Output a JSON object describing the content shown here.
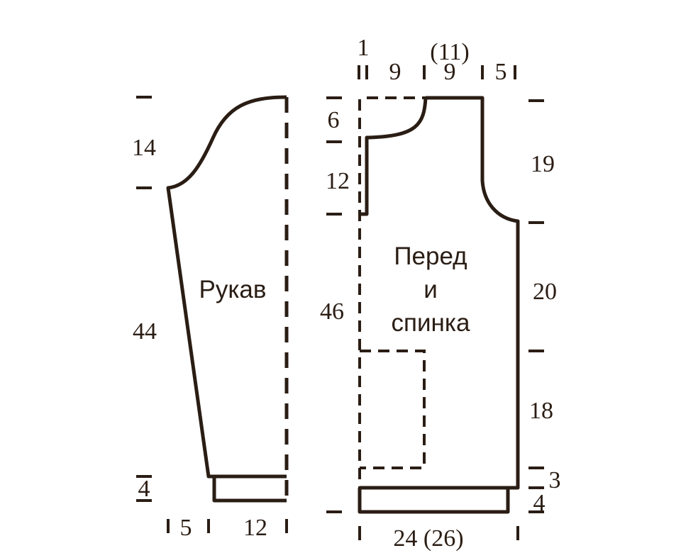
{
  "pieces": {
    "sleeve": {
      "label": "Рукав"
    },
    "body": {
      "label_lines": [
        "Перед",
        "и",
        "спинка"
      ]
    }
  },
  "sleeve_dimensions": {
    "cap_height": "14",
    "sleeve_length": "44",
    "cuff_height": "4",
    "half_offset": "5",
    "cuff_half_width": "12"
  },
  "body_dimensions": {
    "top_offset": "1",
    "neck_half_width": "9",
    "shoulder_width": "9",
    "shoulder_width_alt": "(11)",
    "armhole_depth_width": "5",
    "neck_depth": "6",
    "front_placket": "12",
    "body_length": "46",
    "armhole_height": "19",
    "side_upper": "20",
    "pocket_height": "18",
    "pocket_gap": "3",
    "hem_height": "4",
    "half_width": "24 (26)"
  }
}
